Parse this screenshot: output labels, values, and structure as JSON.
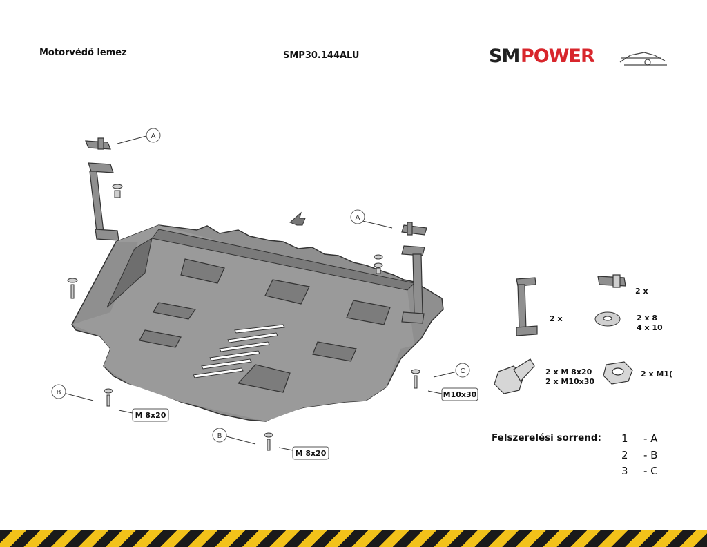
{
  "header": {
    "title": "Motorvédő lemez",
    "code": "SMP30.144ALU",
    "logo_sm": "SM",
    "logo_power": "POWER"
  },
  "callouts": {
    "a": "A",
    "b": "B",
    "c": "C"
  },
  "bolt_labels": {
    "m8x20": "M 8x20",
    "m10x30": "M10x30"
  },
  "parts": {
    "bracket_qty": "2 x",
    "clip_qty": "2 x",
    "washer_line1": "2 x  8",
    "washer_line2": "4 x 10",
    "bolt_line1": "2 x  M 8x20",
    "bolt_line2": "2 x  M10x30",
    "nut_line": "2  x  M1("
  },
  "order": {
    "title": "Felszerelési sorrend:",
    "rows": [
      {
        "num": "1",
        "letter": "- A"
      },
      {
        "num": "2",
        "letter": "- B"
      },
      {
        "num": "3",
        "letter": "- C"
      }
    ]
  },
  "colors": {
    "plate": "#8f8f8f",
    "plate_dark": "#6e6e6e",
    "logo_red": "#d8262c",
    "logo_dark": "#222222",
    "stripe_yellow": "#f2c21a",
    "stripe_black": "#1a1a1a"
  }
}
